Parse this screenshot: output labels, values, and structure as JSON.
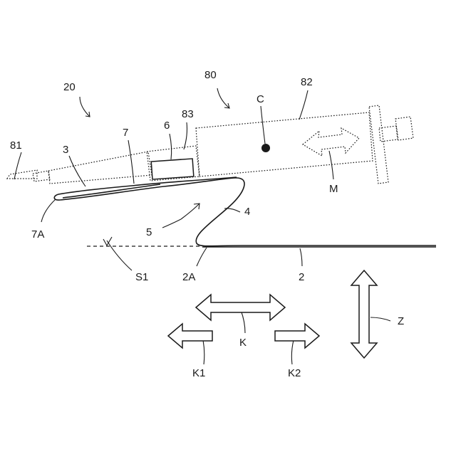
{
  "labels": {
    "device": "20",
    "robot": "80",
    "tip": "81",
    "body": "82",
    "holder": "83",
    "center": "C",
    "motion": "M",
    "blade": "3",
    "sheet_fold": "7",
    "fold_end": "7A",
    "part6": "6",
    "wave": "4",
    "gap": "5",
    "base_sheet": "2",
    "base_edge": "2A",
    "surface": "S1",
    "horizontal": "K",
    "left_dir": "K1",
    "right_dir": "K2",
    "vertical": "Z"
  },
  "colors": {
    "ink": "#1a1a1a",
    "background": "#ffffff"
  }
}
